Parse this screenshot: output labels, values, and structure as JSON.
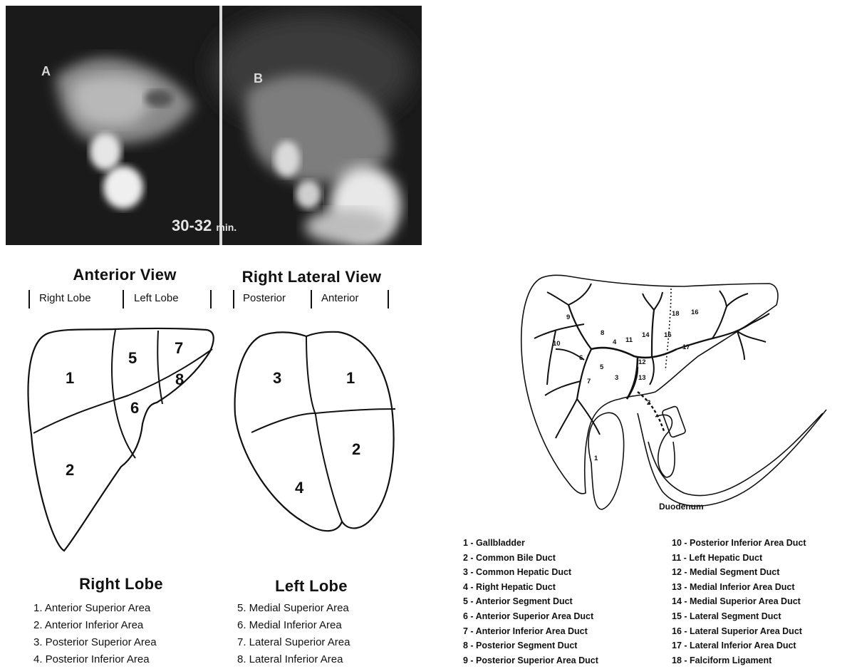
{
  "scan": {
    "panel_a": "A",
    "panel_b": "B",
    "time": "30-32",
    "time_unit": "min."
  },
  "anterior": {
    "title": "Anterior View",
    "left_label": "Right Lobe",
    "right_label": "Left Lobe",
    "regions": [
      "1",
      "2",
      "5",
      "6",
      "7",
      "8"
    ]
  },
  "lateral": {
    "title": "Right Lateral View",
    "left_label": "Posterior",
    "right_label": "Anterior",
    "regions": [
      "3",
      "1",
      "4",
      "2"
    ]
  },
  "right_lobe": {
    "title": "Right Lobe",
    "items": [
      "1. Anterior Superior Area",
      "2. Anterior Inferior Area",
      "3. Posterior Superior Area",
      "4. Posterior Inferior Area"
    ]
  },
  "left_lobe": {
    "title": "Left Lobe",
    "items": [
      "5. Medial Superior Area",
      "6. Medial Inferior Area",
      "7. Lateral Superior Area",
      "8. Lateral Inferior Area"
    ]
  },
  "duct_diagram": {
    "numbers": [
      "1",
      "2",
      "3",
      "4",
      "5",
      "6",
      "7",
      "8",
      "9",
      "10",
      "11",
      "12",
      "13",
      "14",
      "15",
      "16",
      "17",
      "18"
    ],
    "duodenum": "Duodenum"
  },
  "duct_legend": {
    "col1": [
      "1 - Gallbladder",
      "2 - Common Bile Duct",
      "3 - Common Hepatic Duct",
      "4 - Right Hepatic Duct",
      "5 - Anterior Segment Duct",
      "6 - Anterior Superior Area Duct",
      "7 - Anterior Inferior Area Duct",
      "8 - Posterior Segment Duct",
      "9 - Posterior Superior Area Duct"
    ],
    "col2": [
      "10 - Posterior Inferior Area Duct",
      "11 - Left Hepatic Duct",
      "12 - Medial Segment Duct",
      "13 - Medial Inferior Area Duct",
      "14 - Medial Superior Area Duct",
      "15 - Lateral Segment Duct",
      "16 - Lateral Superior Area Duct",
      "17 - Lateral Inferior Area Duct",
      "18 - Falciform Ligament"
    ]
  }
}
